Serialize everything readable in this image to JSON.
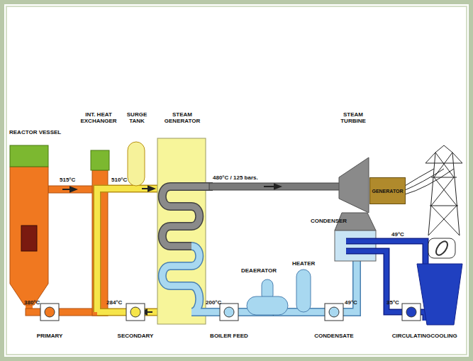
{
  "diagram": {
    "nodes": [
      {
        "text": [
          "GENERATOR"
        ]
      }
    ],
    "labels": [
      "REACTOR VESSEL",
      "INT. HEAT EXCHANGER",
      "SURGE TANK",
      "STEAM GENERATOR",
      "STEAM TURBINE",
      "CONDENSER",
      "DEAERATOR",
      "HEATER",
      "515°C",
      "510°C",
      "480°C / 125 bars.",
      "380°C",
      "284°C",
      "200°C",
      "49°C",
      "49°C",
      "35°C",
      "PRIMARY",
      "SECONDARY",
      "BOILER FEED",
      "CONDENSATE",
      "CIRCULATING",
      "COOLING"
    ]
  }
}
